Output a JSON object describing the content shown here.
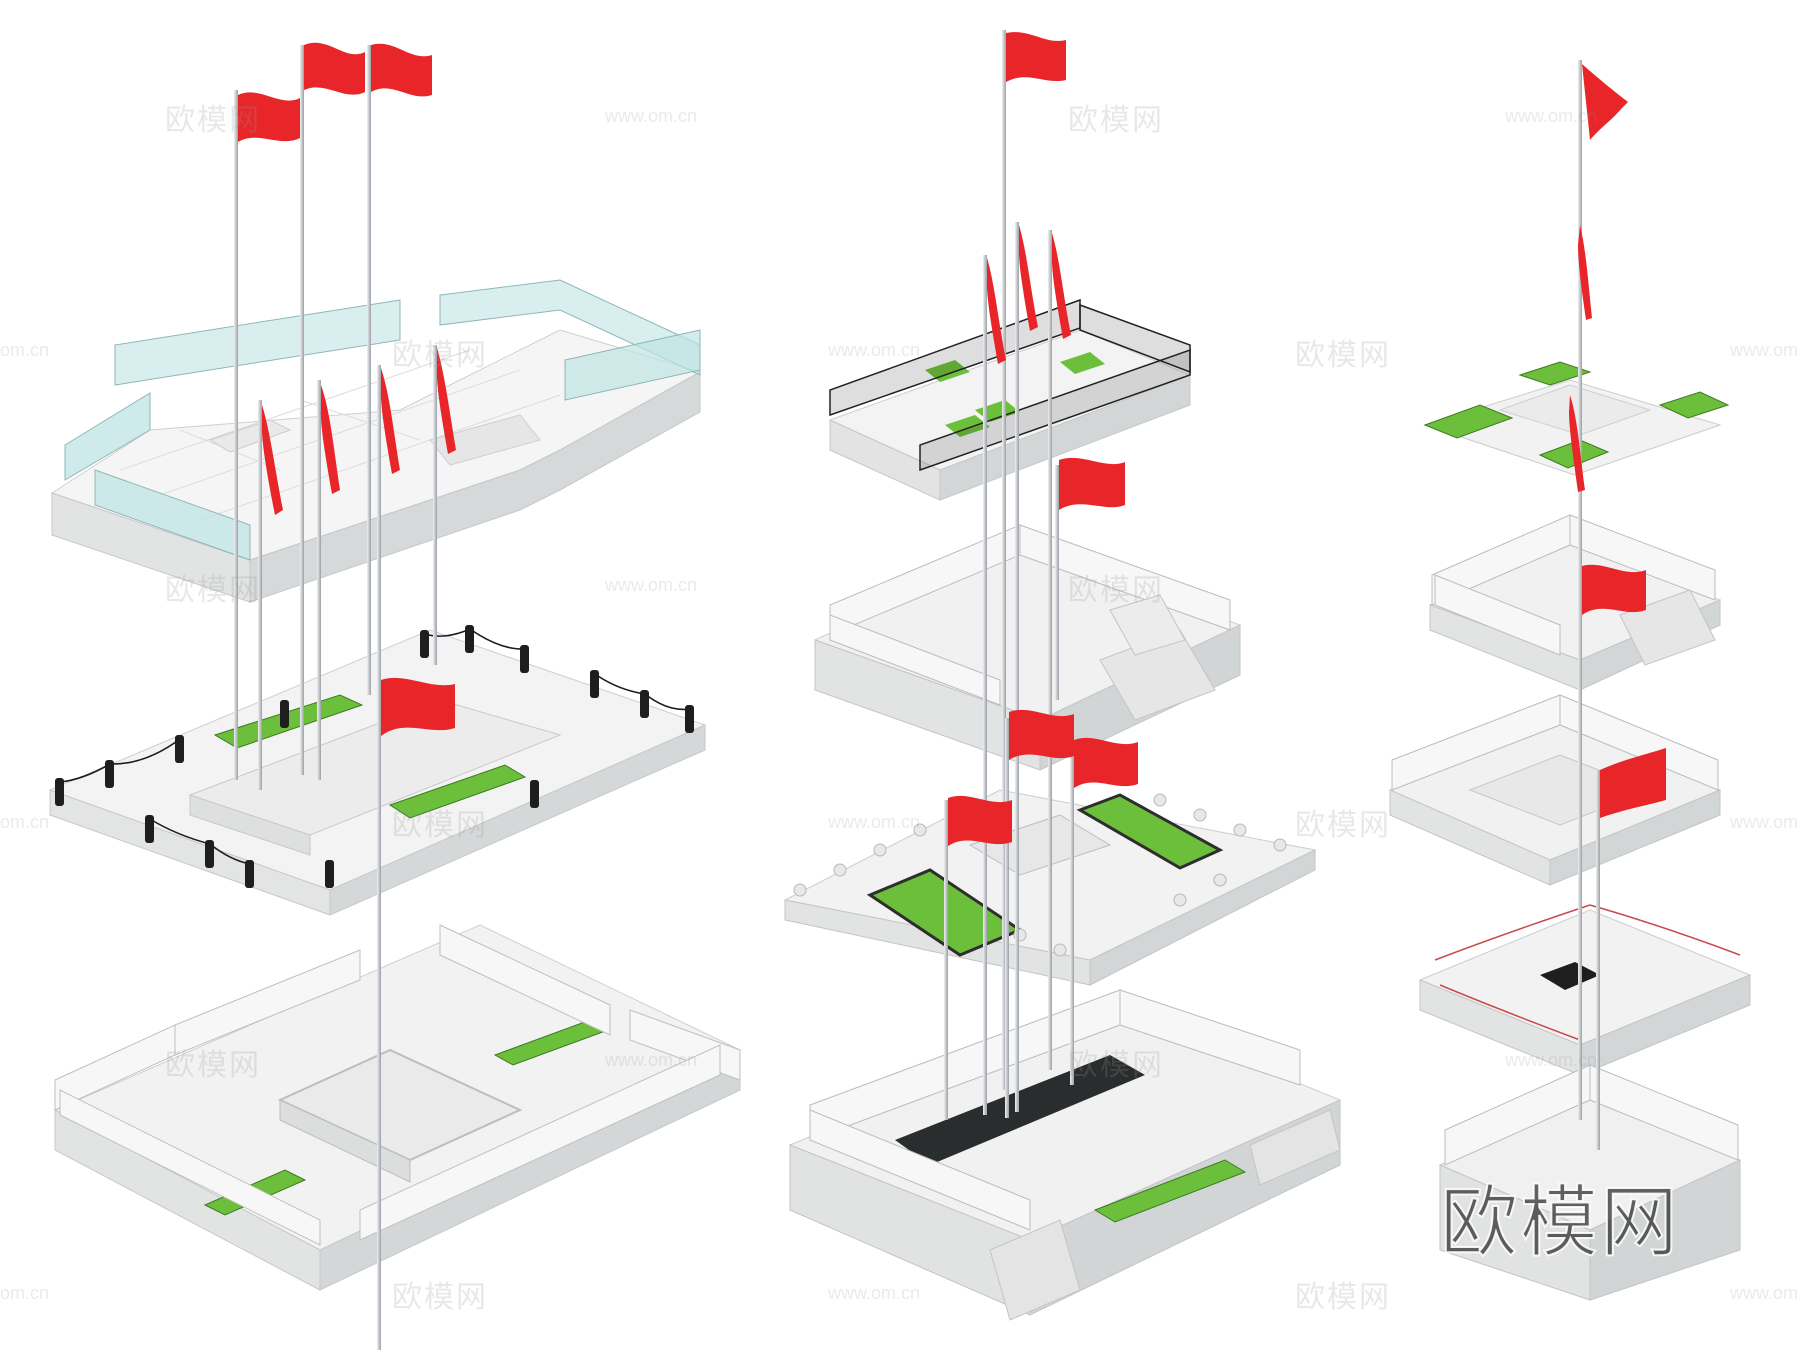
{
  "watermark": {
    "brand": "欧模网",
    "url": "www.om.cn",
    "domain_fragment": "om.cn"
  },
  "colors": {
    "flag": "#e8262a",
    "grass": "#6cbf3a",
    "stone": "#f2f2f2",
    "stone_dark": "#d9dcdc",
    "glass": "#bfe3e3",
    "railing_black": "#222222",
    "pole": "#c9ccd0"
  },
  "objects": {
    "models": [
      {
        "name": "glass-rail-platform-with-three-flagpoles"
      },
      {
        "name": "chain-bollard-platform-with-four-flagpoles"
      },
      {
        "name": "stone-balustrade-platform-with-one-flagpole"
      },
      {
        "name": "black-fence-platform-with-three-flagpoles"
      },
      {
        "name": "raised-balustrade-platform-with-one-flagpole"
      },
      {
        "name": "stone-bollard-platform-with-three-flagpoles"
      },
      {
        "name": "dark-strip-balustrade-platform"
      },
      {
        "name": "cross-shaped-grass-platform-with-flagpole"
      },
      {
        "name": "ornate-balustrade-square-platform"
      },
      {
        "name": "rope-barrier-square-platform"
      },
      {
        "name": "stepped-balustrade-base"
      }
    ]
  }
}
